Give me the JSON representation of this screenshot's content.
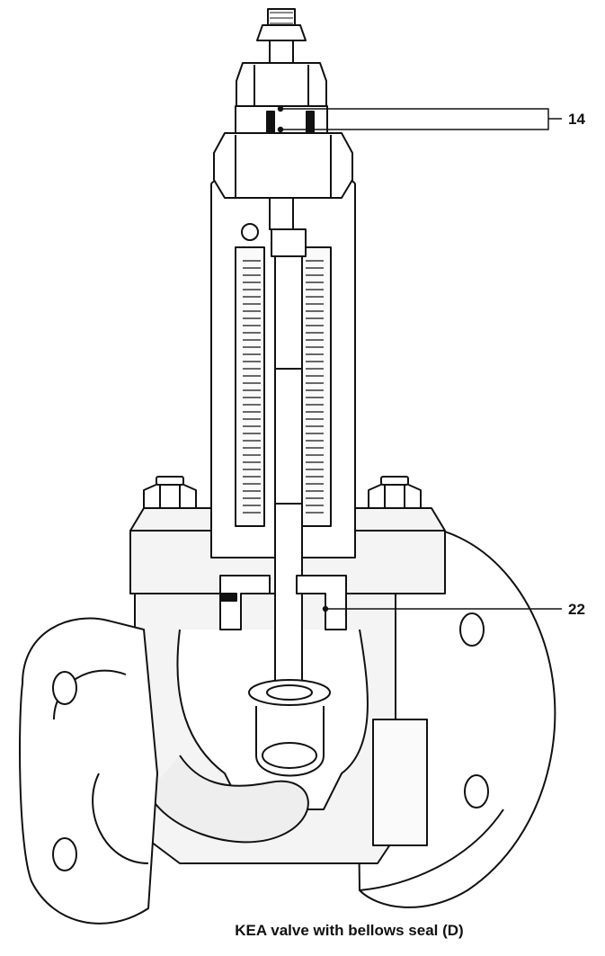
{
  "callouts": [
    {
      "label": "14"
    },
    {
      "label": "22"
    }
  ],
  "caption": "KEA valve with bellows seal (D)"
}
